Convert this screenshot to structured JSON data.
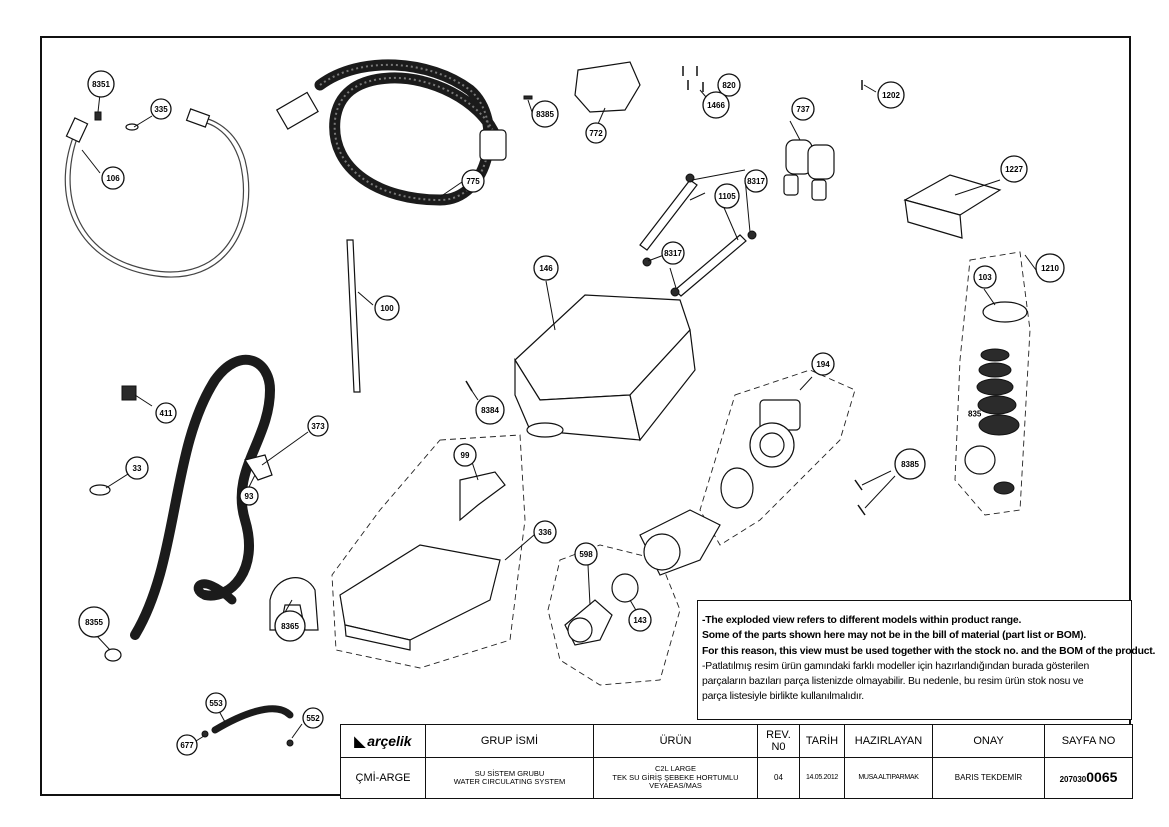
{
  "callouts": [
    {
      "label": "8351"
    },
    {
      "label": "335"
    },
    {
      "label": "106"
    },
    {
      "label": "775"
    },
    {
      "label": "8385"
    },
    {
      "label": "772"
    },
    {
      "label": "820"
    },
    {
      "label": "1466"
    },
    {
      "label": "737"
    },
    {
      "label": "1202"
    },
    {
      "label": "8317"
    },
    {
      "label": "1105"
    },
    {
      "label": "8317"
    },
    {
      "label": "1227"
    },
    {
      "label": "103"
    },
    {
      "label": "1210"
    },
    {
      "label": "100"
    },
    {
      "label": "146"
    },
    {
      "label": "411"
    },
    {
      "label": "8384"
    },
    {
      "label": "194"
    },
    {
      "label": "373"
    },
    {
      "label": "99"
    },
    {
      "label": "33"
    },
    {
      "label": "93"
    },
    {
      "label": "336"
    },
    {
      "label": "8385"
    },
    {
      "label": "598"
    },
    {
      "label": "143"
    },
    {
      "label": "8355"
    },
    {
      "label": "8365"
    },
    {
      "label": "553"
    },
    {
      "label": "552"
    },
    {
      "label": "677"
    }
  ],
  "inline_label_835": "835",
  "notes": [
    "-The exploded view refers to different models within product range.",
    "Some of the parts shown here may not be in the bill of material (part list or BOM).",
    "For this reason, this view must be used together with the stock no. and the BOM of the product.",
    "-Patlatılmış resim ürün gamındaki farklı modeller için hazırlandığından burada gösterilen",
    "parçaların bazıları parça listenizde olmayabilir. Bu nedenle, bu resim ürün stok nosu ve",
    "parça listesiyle birlikte kullanılmalıdır."
  ],
  "title_block": {
    "logo": "arçelik",
    "logo_mark": "◣",
    "headers": {
      "group": "GRUP İSMİ",
      "product": "ÜRÜN",
      "rev": "REV.\nN0",
      "date": "TARİH",
      "prepared": "HAZIRLAYAN",
      "approval": "ONAY",
      "page": "SAYFA NO"
    },
    "values": {
      "code": "ÇMİ-ARGE",
      "group_line1": "SU SİSTEM GRUBU",
      "group_line2": "WATER CIRCULATING SYSTEM",
      "product_line1": "C2L LARGE",
      "product_line2": "TEK SU GİRİŞ ŞEBEKE HORTUMLU",
      "product_line3": "VEYAEAS/MAS",
      "rev": "04",
      "date": "14.05.2012",
      "prepared": "MUSA ALTIPARMAK",
      "approval": "BARIS TEKDEMİR",
      "page_prefix": "207030",
      "page_suffix": "0065"
    }
  }
}
